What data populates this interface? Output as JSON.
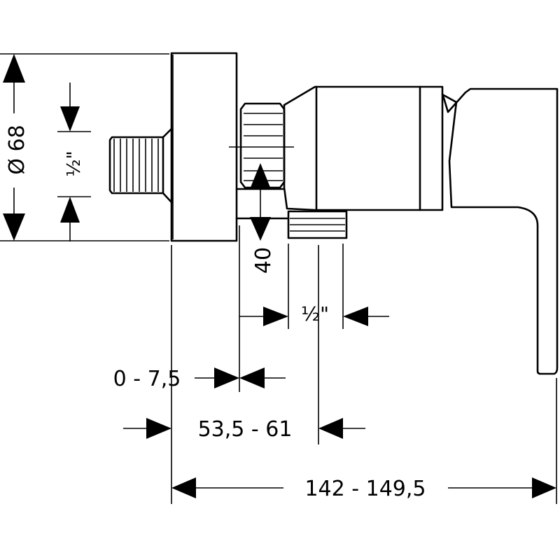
{
  "dimensions": {
    "diameter": "Ø 68",
    "inlet_thread": "½\"",
    "depth_40": "40",
    "outlet_thread": "½\"",
    "range_0_7_5": "0 - 7,5",
    "range_53_5_61": "53,5 - 61",
    "range_142_149_5": "142 - 149,5"
  }
}
